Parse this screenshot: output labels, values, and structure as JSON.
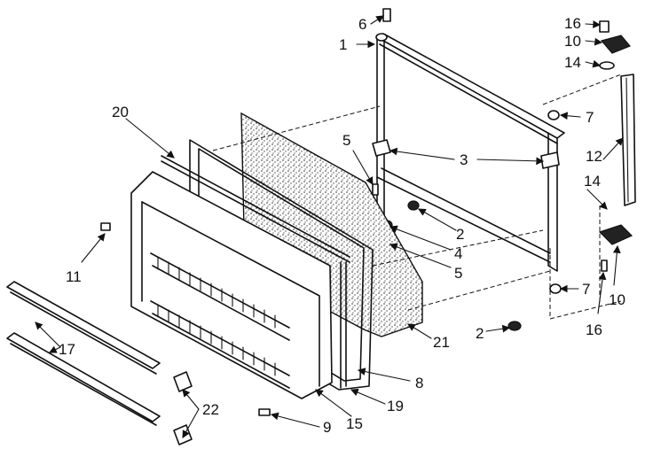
{
  "callouts": [
    {
      "id": "c6",
      "text": "6"
    },
    {
      "id": "c1",
      "text": "1"
    },
    {
      "id": "c16a",
      "text": "16"
    },
    {
      "id": "c10a",
      "text": "10"
    },
    {
      "id": "c14a",
      "text": "14"
    },
    {
      "id": "c7a",
      "text": "7"
    },
    {
      "id": "c3",
      "text": "3"
    },
    {
      "id": "c5a",
      "text": "5"
    },
    {
      "id": "c20",
      "text": "20"
    },
    {
      "id": "c12",
      "text": "12"
    },
    {
      "id": "c14b",
      "text": "14"
    },
    {
      "id": "c2a",
      "text": "2"
    },
    {
      "id": "c4",
      "text": "4"
    },
    {
      "id": "c5b",
      "text": "5"
    },
    {
      "id": "c11",
      "text": "11"
    },
    {
      "id": "c7b",
      "text": "7"
    },
    {
      "id": "c10b",
      "text": "10"
    },
    {
      "id": "c16b",
      "text": "16"
    },
    {
      "id": "c2b",
      "text": "2"
    },
    {
      "id": "c21",
      "text": "21"
    },
    {
      "id": "c17",
      "text": "17"
    },
    {
      "id": "c8",
      "text": "8"
    },
    {
      "id": "c19",
      "text": "19"
    },
    {
      "id": "c22",
      "text": "22"
    },
    {
      "id": "c9",
      "text": "9"
    },
    {
      "id": "c15",
      "text": "15"
    }
  ]
}
